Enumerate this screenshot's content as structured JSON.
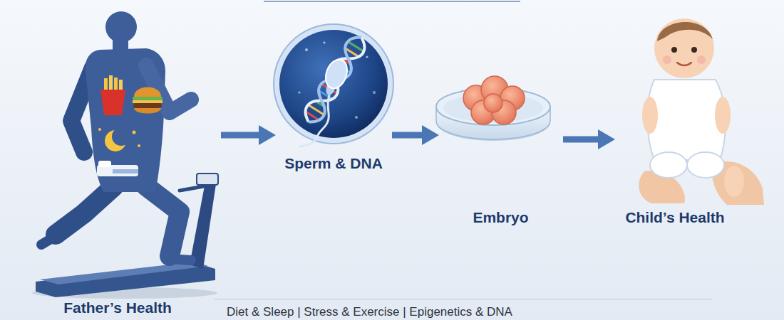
{
  "diagram": {
    "nodes": [
      {
        "text": [
          "Father’s Health"
        ]
      },
      {
        "text": [
          "Sperm & DNA"
        ]
      },
      {
        "text": [
          "Embryo"
        ]
      },
      {
        "text": [
          "Child’s Health"
        ]
      }
    ],
    "edges": [
      {
        "from": 0,
        "to": 1,
        "arrow": "to"
      },
      {
        "from": 1,
        "to": 2,
        "arrow": "to"
      },
      {
        "from": 2,
        "to": 3,
        "arrow": "to"
      }
    ],
    "labels": [
      "Diet & Sleep | Stress & Exercise | Epigenetics & DNA"
    ]
  }
}
